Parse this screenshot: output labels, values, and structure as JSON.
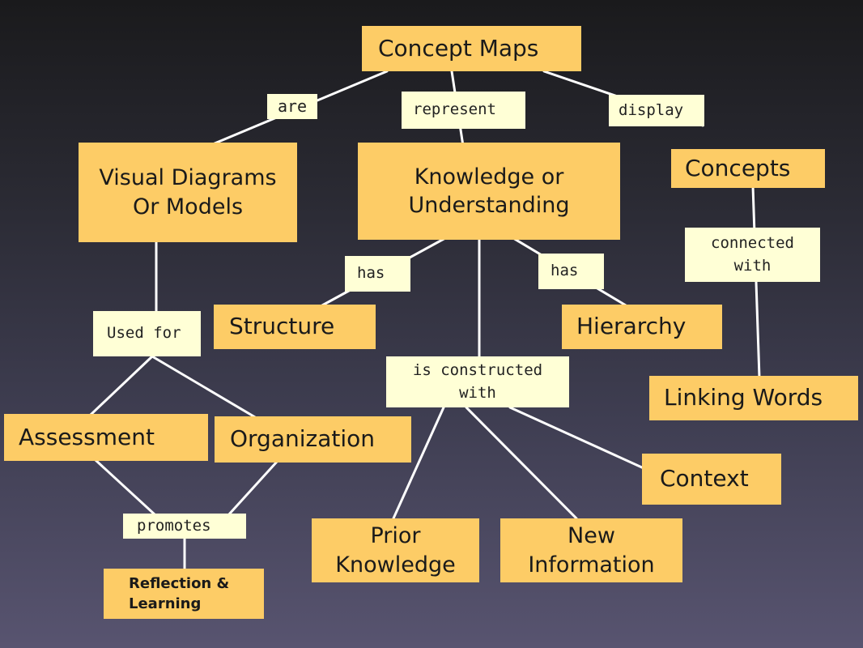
{
  "nodes": {
    "concept_maps": "Concept Maps",
    "visual_diagrams": [
      "Visual Diagrams",
      "Or Models"
    ],
    "knowledge": [
      "Knowledge or",
      "Understanding"
    ],
    "concepts": "Concepts",
    "structure": "Structure",
    "hierarchy": "Hierarchy",
    "linking_words": "Linking Words",
    "assessment": "Assessment",
    "organization": "Organization",
    "context": "Context",
    "prior_knowledge": [
      "Prior",
      "Knowledge"
    ],
    "new_information": [
      "New",
      "Information"
    ],
    "reflection_learning": [
      "Reflection &",
      "Learning"
    ]
  },
  "links": {
    "are": "are",
    "represent": "represent",
    "display": "display",
    "connected_with": [
      "connected",
      "with"
    ],
    "has_left": "has",
    "has_right": "has",
    "used_for": "Used for",
    "is_constructed_with": [
      "is constructed",
      "with"
    ],
    "promotes": "promotes"
  },
  "colors": {
    "node_fill": "#fdcc66",
    "label_fill": "#ffffd6",
    "connector": "#ffffff"
  }
}
